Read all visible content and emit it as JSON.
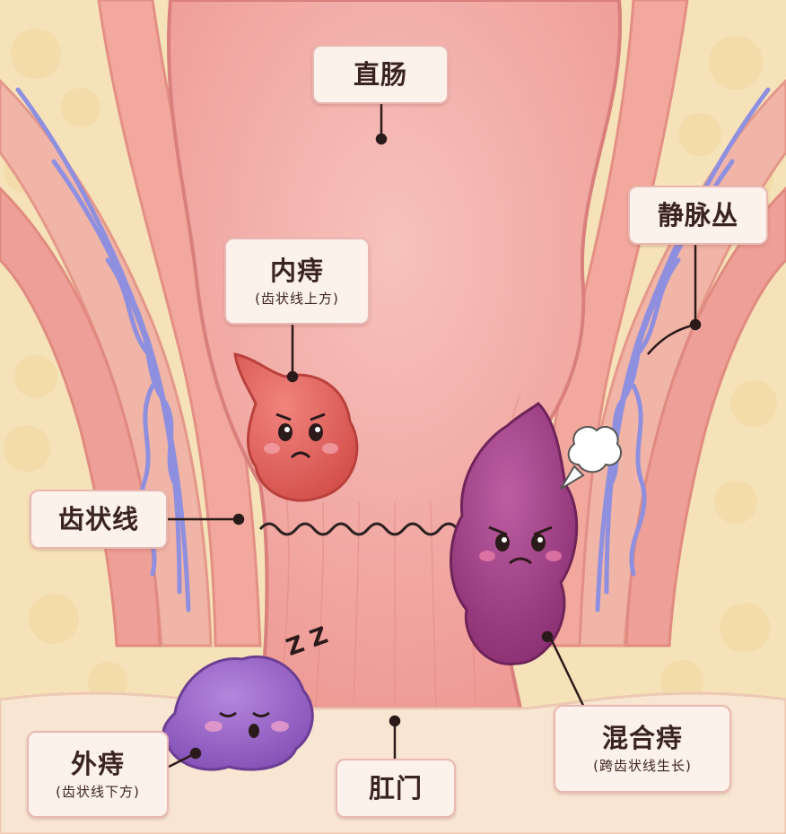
{
  "labels": {
    "rectum": "直肠",
    "venous_plexus": "静脉丛",
    "internal_hemorrhoid": "内痔",
    "internal_hemorrhoid_note": "(齿状线上方)",
    "dentate_line": "齿状线",
    "external_hemorrhoid": "外痔",
    "external_hemorrhoid_note": "(齿状线下方)",
    "anus": "肛门",
    "mixed_hemorrhoid": "混合痔",
    "mixed_hemorrhoid_note": "(跨齿状线生长)"
  },
  "decor": {
    "sleep_text": "Z Z"
  },
  "colors": {
    "fat_tissue": "#f6e2b8",
    "muscle": "#eea39a",
    "rectum_lumen": "#f3a8a4",
    "vein": "#8f8fe0",
    "internal_hemorrhoid": "#e2605d",
    "mixed_hemorrhoid": "#a03e86",
    "external_hemorrhoid": "#9a62c7",
    "label_bg": "#fdf1ec",
    "label_border": "#e9b8b2"
  }
}
